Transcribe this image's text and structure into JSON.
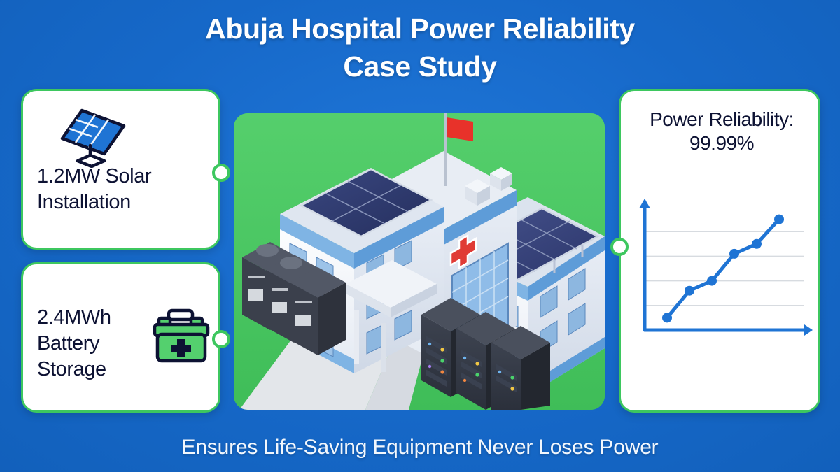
{
  "theme": {
    "background_blue": "#1668c8",
    "accent_green": "#3dc75f",
    "panel_green": "#4cc764",
    "text_navy": "#0d1233",
    "chart_blue": "#1f74d4",
    "solar_panel_navy": "#2f3a6e",
    "flag_red": "#e8322a",
    "cross_red": "#e03b35"
  },
  "header": {
    "title_line1": "Abuja Hospital Power Reliability",
    "title_line2": "Case Study"
  },
  "footer": {
    "caption": "Ensures Life-Saving Equipment Never Loses Power"
  },
  "cards": {
    "solar": {
      "label": "1.2MW Solar Installation",
      "icon": "solar-panel-icon"
    },
    "battery": {
      "label": "2.4MWh Battery Storage",
      "icon": "battery-icon"
    },
    "reliability": {
      "heading": "Power Reliability:",
      "value": "99.99%",
      "icon": "line-chart-icon"
    }
  },
  "illustration": {
    "name": "isometric-hospital-with-solar",
    "elements": [
      "hospital-building",
      "rooftop-solar-array",
      "tilted-solar-array",
      "red-cross-sign",
      "flag-pole",
      "hvac-units",
      "battery-cabinets",
      "server-racks",
      "walkway"
    ]
  },
  "chart_data": {
    "type": "line",
    "title": "Power Reliability: 99.99%",
    "x": [
      1,
      2,
      3,
      4,
      5,
      6
    ],
    "values": [
      10,
      32,
      40,
      62,
      70,
      90
    ],
    "categories": [
      "1",
      "2",
      "3",
      "4",
      "5",
      "6"
    ],
    "series": [
      {
        "name": "Power Reliability",
        "values": [
          10,
          32,
          40,
          62,
          70,
          90
        ]
      }
    ],
    "xlabel": "",
    "ylabel": "",
    "xlim": [
      0,
      7
    ],
    "ylim": [
      0,
      100
    ],
    "grid": true,
    "gridlines": 4,
    "legend": "none",
    "marker": "circle",
    "line_color": "#1f74d4",
    "axis_color": "#1f74d4",
    "axis_arrows": true
  }
}
